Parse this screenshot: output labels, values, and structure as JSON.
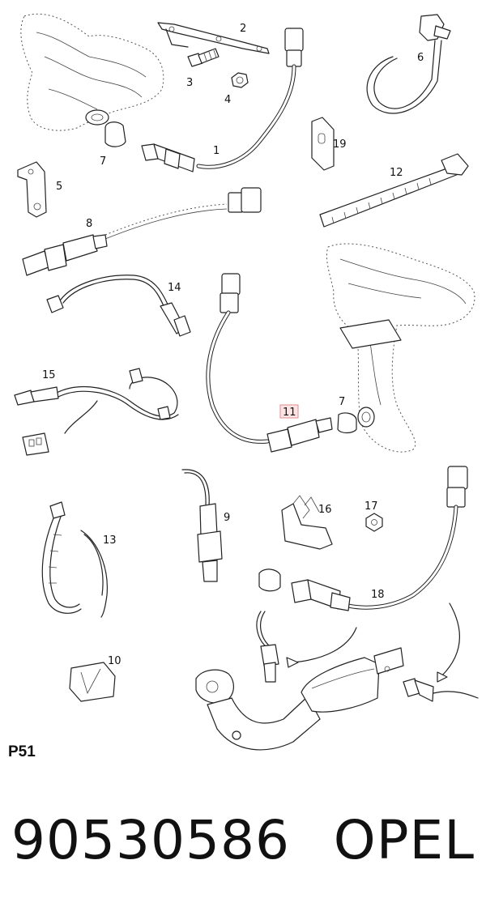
{
  "diagram": {
    "page_code": "P51",
    "highlighted_callout": "11",
    "callouts": [
      "1",
      "2",
      "3",
      "4",
      "5",
      "6",
      "7",
      "7",
      "8",
      "9",
      "10",
      "11",
      "12",
      "13",
      "14",
      "15",
      "16",
      "17",
      "18",
      "19"
    ]
  },
  "footer": {
    "part_number": "90530586",
    "brand": "OPEL"
  },
  "colors": {
    "line": "#222222",
    "highlight_fill": "#fde4e4",
    "highlight_stroke": "#e38b8b"
  }
}
